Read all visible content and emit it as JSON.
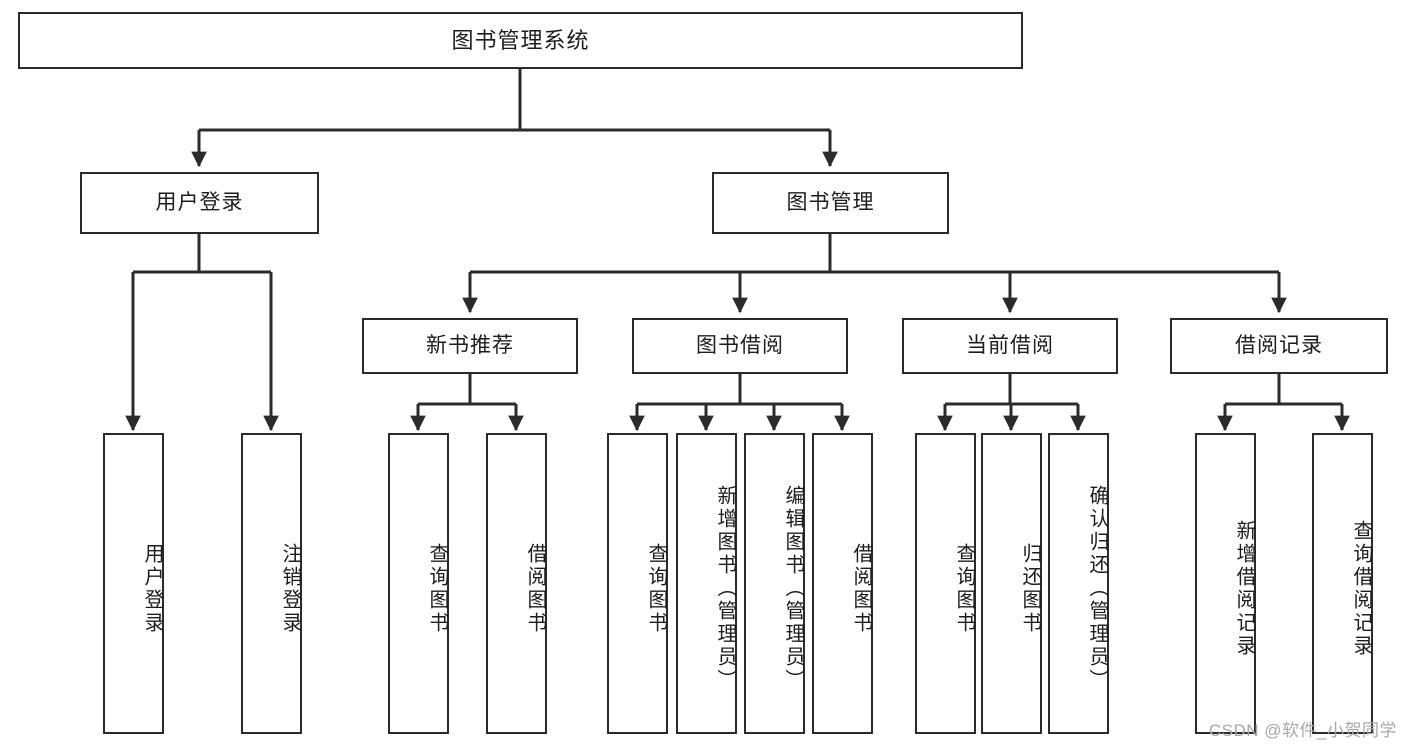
{
  "diagram": {
    "title": "图书管理系统",
    "type": "tree-hierarchy",
    "watermark": "CSDN @软件_小贺同学",
    "colors": {
      "stroke": "#2b2b2b",
      "fill": "#ffffff",
      "text": "#1d1d1d",
      "watermark": "#a8a8a8"
    },
    "levels": {
      "root_label": "图书管理系统",
      "level2": [
        "用户登录",
        "图书管理"
      ],
      "level3": [
        "新书推荐",
        "图书借阅",
        "当前借阅",
        "借阅记录"
      ]
    },
    "nodes": {
      "root": "图书管理系统",
      "user_login": "用户登录",
      "book_manage": "图书管理",
      "new_book_rec": "新书推荐",
      "book_borrow": "图书借阅",
      "current_borrow": "当前借阅",
      "borrow_record": "借阅记录",
      "leaf_user_login": "用户登录",
      "leaf_user_logout": "注销登录",
      "leaf_rec_query_book": "查询图书",
      "leaf_rec_borrow_book": "借阅图书",
      "leaf_borrow_query_book": "查询图书",
      "leaf_borrow_add_book": "新增图书（管理员）",
      "leaf_borrow_edit_book": "编辑图书（管理员）",
      "leaf_borrow_borrow_book": "借阅图书",
      "leaf_cur_query_book": "查询图书",
      "leaf_cur_return_book": "归还图书",
      "leaf_cur_confirm_return": "确认归还（管理员）",
      "leaf_rec_add_record": "新增借阅记录",
      "leaf_rec_query_record": "查询借阅记录"
    },
    "edges": [
      {
        "from": "图书管理系统",
        "to": "用户登录"
      },
      {
        "from": "图书管理系统",
        "to": "图书管理"
      },
      {
        "from": "用户登录",
        "to": "用户登录"
      },
      {
        "from": "用户登录",
        "to": "注销登录"
      },
      {
        "from": "图书管理",
        "to": "新书推荐"
      },
      {
        "from": "图书管理",
        "to": "图书借阅"
      },
      {
        "from": "图书管理",
        "to": "当前借阅"
      },
      {
        "from": "图书管理",
        "to": "借阅记录"
      },
      {
        "from": "新书推荐",
        "to": "查询图书"
      },
      {
        "from": "新书推荐",
        "to": "借阅图书"
      },
      {
        "from": "图书借阅",
        "to": "查询图书"
      },
      {
        "from": "图书借阅",
        "to": "新增图书（管理员）"
      },
      {
        "from": "图书借阅",
        "to": "编辑图书（管理员）"
      },
      {
        "from": "图书借阅",
        "to": "借阅图书"
      },
      {
        "from": "当前借阅",
        "to": "查询图书"
      },
      {
        "from": "当前借阅",
        "to": "归还图书"
      },
      {
        "from": "当前借阅",
        "to": "确认归还（管理员）"
      },
      {
        "from": "借阅记录",
        "to": "新增借阅记录"
      },
      {
        "from": "借阅记录",
        "to": "查询借阅记录"
      }
    ]
  }
}
